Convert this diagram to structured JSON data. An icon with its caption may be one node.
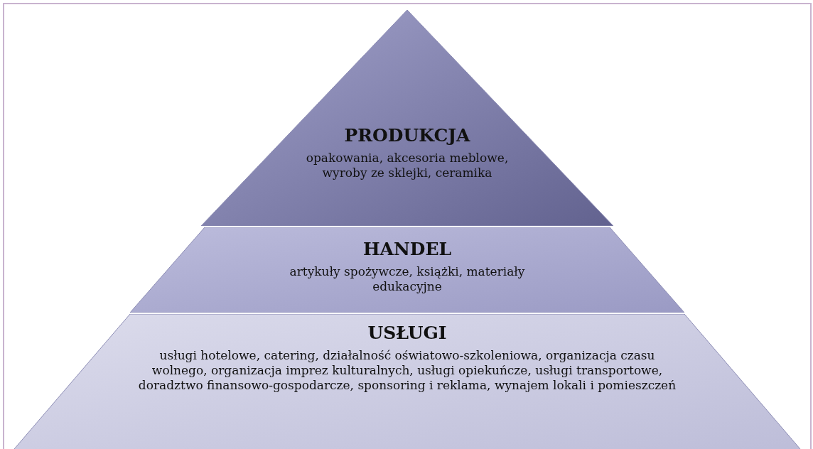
{
  "diagram": {
    "nodes": [
      {
        "text": [
          "PRODUKCJA",
          "opakowania, akcesoria meblowe, wyroby ze sklejki, ceramika"
        ]
      },
      {
        "text": [
          "HANDEL",
          "artykuły spożywcze, książki, materiały edukacyjne"
        ]
      },
      {
        "text": [
          "USŁUGI",
          "usługi hotelowe, catering, działalność oświatowo-szkoleniowa, organizacja czasu wolnego, organizacja imprez kulturalnych, usługi opiekuńcze, usługi transportowe, doradztwo finansowo-gospodarcze, sponsoring i reklama, wynajem lokali i pomieszczeń"
        ]
      }
    ]
  }
}
